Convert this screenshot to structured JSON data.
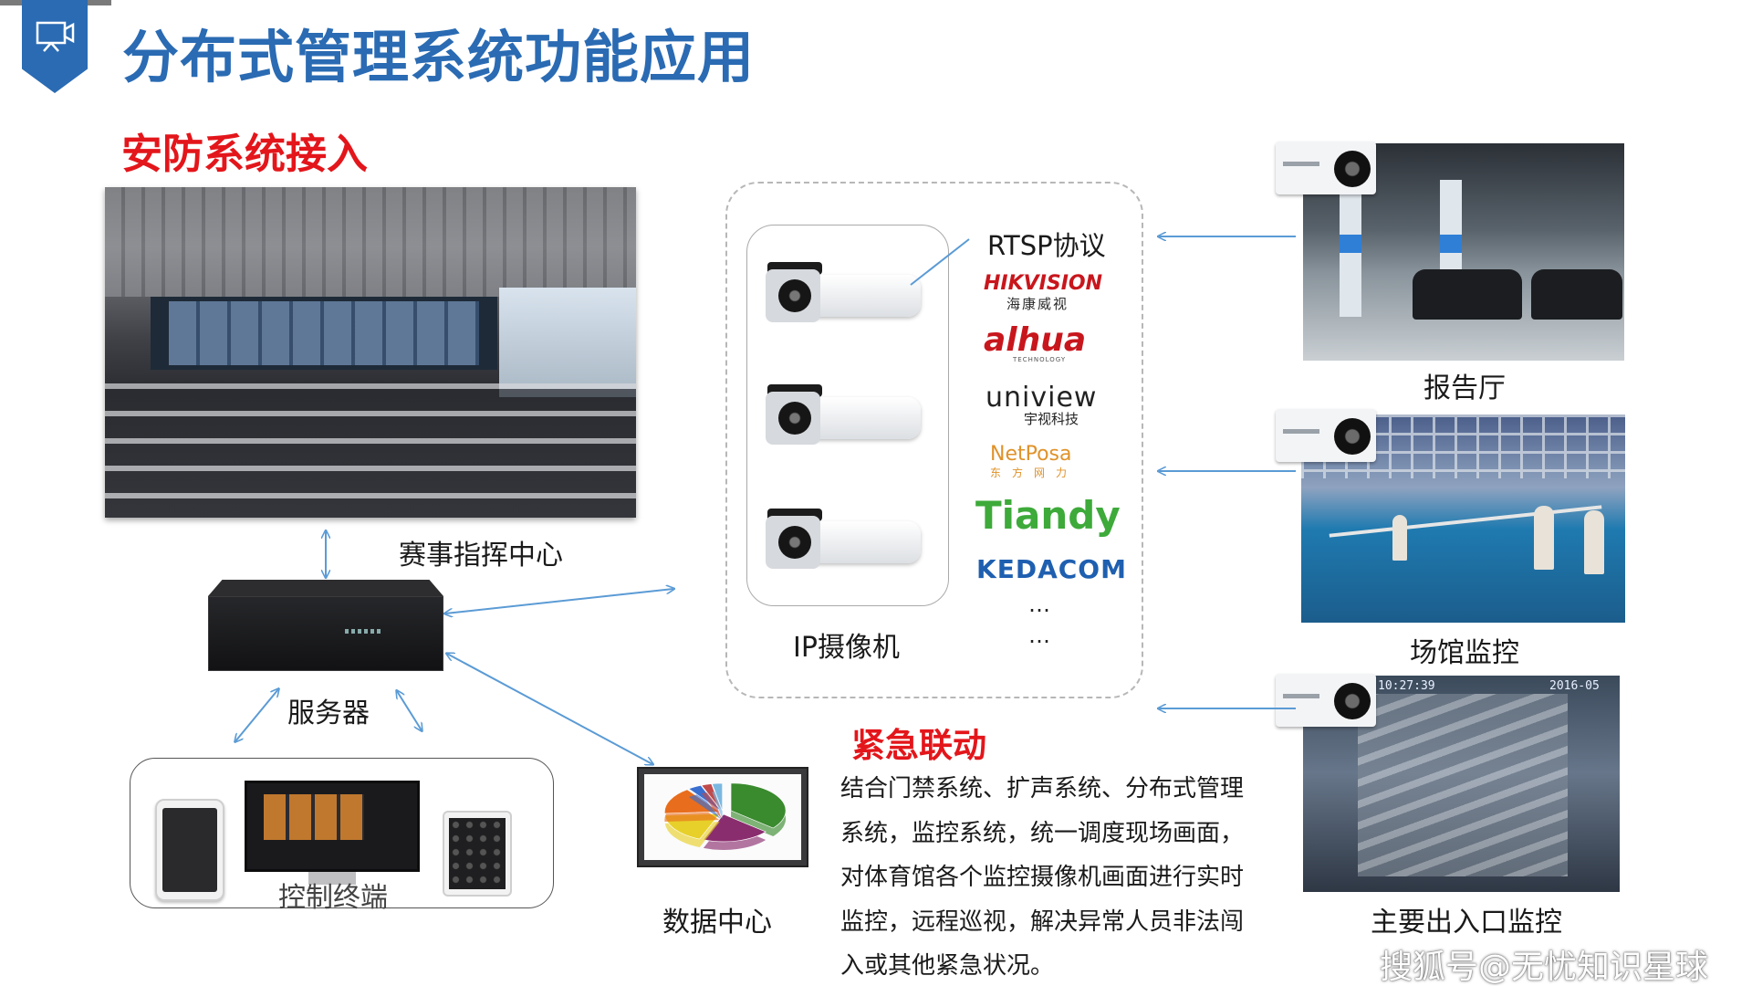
{
  "header": {
    "title": "分布式管理系统功能应用",
    "subtitle": "安防系统接入",
    "badge_color": "#2a6bb3",
    "badge_icon": "presentation-camera-icon"
  },
  "captions": {
    "command_center": "赛事指挥中心",
    "server": "服务器",
    "control_terminal": "控制终端",
    "data_center": "数据中心",
    "ip_camera": "IP摄像机",
    "report_hall": "报告厅",
    "venue_monitor": "场馆监控",
    "entrance_monitor": "主要出入口监控"
  },
  "protocol": {
    "label": "RTSP协议",
    "vendors": [
      {
        "name": "HIKVISION",
        "cn": "海康威视",
        "color": "#c8161d"
      },
      {
        "name": "alhua",
        "sub": "TECHNOLOGY",
        "color": "#c8161d"
      },
      {
        "name": "uniview",
        "cn": "宇视科技",
        "color": "#222222"
      },
      {
        "name": "NetPosa",
        "cn": "东方网力",
        "color": "#e0922a"
      },
      {
        "name": "Tiandy",
        "color": "#3daa3a"
      },
      {
        "name": "KEDACOM",
        "color": "#1e5fb0"
      }
    ],
    "ellipsis_1": "…",
    "ellipsis_2": "…"
  },
  "entrance_overlay": {
    "time": "10:27:39",
    "date": "2016-05"
  },
  "emergency": {
    "title": "紧急联动",
    "lines": [
      "结合门禁系统、扩声系统、分布式管理",
      "系统，监控系统，统一调度现场画面，",
      "对体育馆各个监控摄像机画面进行实时",
      "监控，远程巡视，解决异常人员非法闯",
      "入或其他紧急状况。"
    ]
  },
  "chart_data": {
    "type": "pie",
    "title": "",
    "values": [
      36,
      20,
      18,
      16,
      4,
      3,
      3
    ],
    "colors": [
      "#3a8a2e",
      "#8a2d6e",
      "#e8d02a",
      "#e86e1e",
      "#3a6fd0",
      "#c04a4a",
      "#7bb8e0"
    ]
  },
  "watermark": "搜狐号@无忧知识星球",
  "colors": {
    "title_blue": "#2a6bb3",
    "accent_red": "#e3161b",
    "arrow_blue": "#5b9bd5"
  }
}
